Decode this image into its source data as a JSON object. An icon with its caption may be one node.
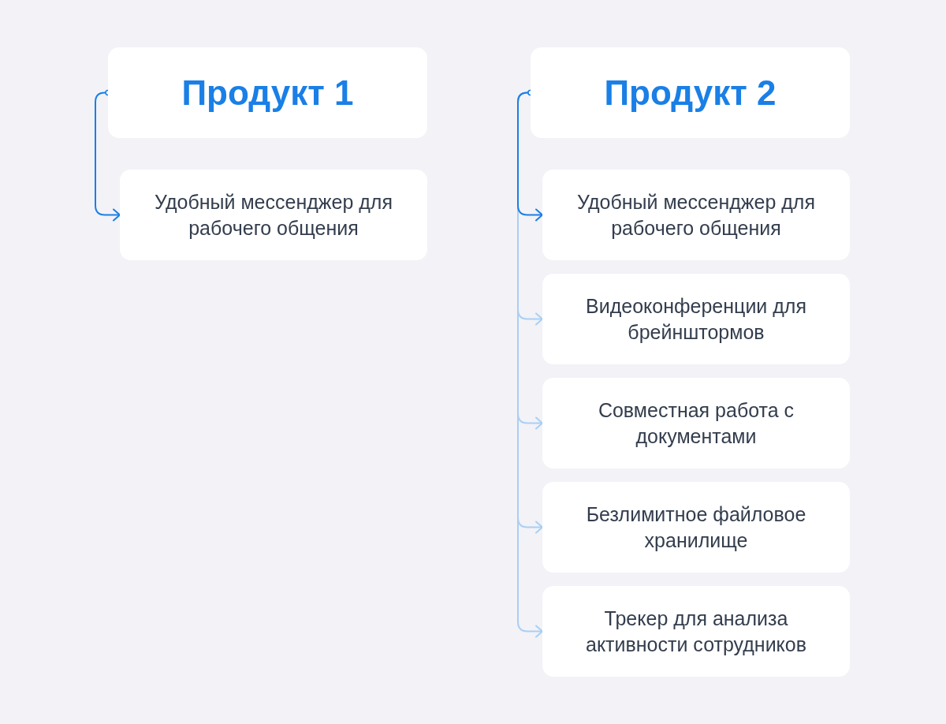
{
  "diagram": {
    "nodes": [
      {
        "text": [
          "Продукт 1"
        ]
      },
      {
        "text": [
          "Удобный мессенджер для рабочего общения"
        ]
      },
      {
        "text": [
          "Продукт 2"
        ]
      },
      {
        "text": [
          "Удобный мессенджер для рабочего общения"
        ]
      },
      {
        "text": [
          "Видеоконференции для брейнштормов"
        ]
      },
      {
        "text": [
          "Совместная работа с документами"
        ]
      },
      {
        "text": [
          "Безлимитное файловое хранилище"
        ]
      },
      {
        "text": [
          "Трекер для анализа активности сотрудников"
        ]
      }
    ],
    "edges": [
      {
        "from": 0,
        "to": 1,
        "arrow": "to",
        "color": "#1a7fe6"
      },
      {
        "from": 2,
        "to": 3,
        "arrow": "to",
        "color": "#1a7fe6"
      },
      {
        "from": 2,
        "to": 4,
        "arrow": "to"
      },
      {
        "from": 2,
        "to": 5,
        "arrow": "to"
      },
      {
        "from": 2,
        "to": 6,
        "arrow": "to"
      },
      {
        "from": 2,
        "to": 7,
        "arrow": "to"
      }
    ]
  }
}
